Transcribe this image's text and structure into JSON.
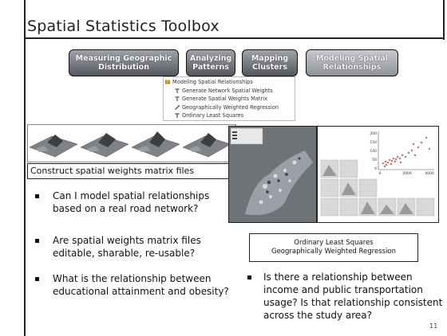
{
  "slide": {
    "title": "Spatial Statistics Toolbox",
    "page_number": "11"
  },
  "tabs": [
    {
      "label": "Measuring Geographic Distribution"
    },
    {
      "label": "Analyzing Patterns"
    },
    {
      "label": "Mapping Clusters"
    },
    {
      "label": "Modeling Spatial Relationships"
    }
  ],
  "toolbox": {
    "header": "Modeling Spatial Relationships",
    "tools": [
      "Generate Network Spatial Weights",
      "Generate Spatial Weights Matrix",
      "Geographically Weighted Regression",
      "Ordinary Least Squares"
    ]
  },
  "left": {
    "caption": "Construct  spatial weights matrix files",
    "bullets": [
      "Can I model spatial relationships based on a real road network?",
      "Are spatial weights matrix files editable, sharable, re-usable?",
      "What is the relationship between educational attainment and obesity?"
    ]
  },
  "right": {
    "caption_line1": "Ordinary Least Squares",
    "caption_line2": "Geographically Weighted Regression",
    "bullet": "Is there a relationship between income and public transportation usage? Is that relationship consistent across the study area?",
    "scatter_ticks_y": [
      "200",
      "150",
      "100",
      "50",
      "0"
    ],
    "scatter_ticks_x": [
      "0",
      "2000",
      "4000"
    ]
  },
  "colors": {
    "tab_dark": "#55585e",
    "tab_light": "#8f9297",
    "scatter_points": "#c0392b"
  }
}
